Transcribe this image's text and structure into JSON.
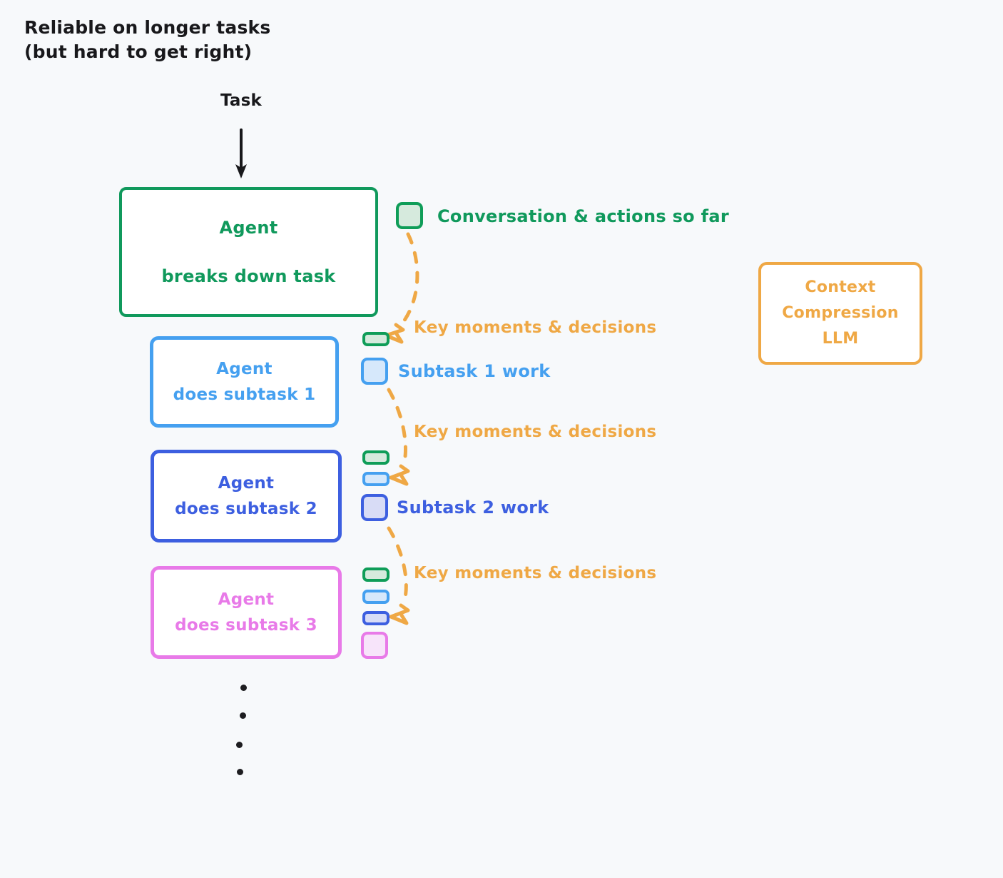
{
  "title": "Reliable on longer tasks\n(but hard to get right)",
  "flow": {
    "input_label": "Task",
    "input_arrow_icon": "down-arrow-icon"
  },
  "nodes": {
    "main_agent": {
      "line1": "Agent",
      "line2": "breaks down task",
      "color": "#10995c"
    },
    "subtask1": {
      "line1": "Agent",
      "line2": "does subtask 1",
      "color": "#45a0f0"
    },
    "subtask2": {
      "line1": "Agent",
      "line2": "does subtask 2",
      "color": "#3d5fe0"
    },
    "subtask3": {
      "line1": "Agent",
      "line2": "does subtask 3",
      "color": "#e87ae8"
    },
    "compression_llm": {
      "line1": "Context",
      "line2": "Compression",
      "line3": "LLM",
      "color": "#efa845"
    }
  },
  "side_labels": {
    "conversation": "Conversation & actions so far",
    "subtask1_work": "Subtask 1 work",
    "subtask2_work": "Subtask 2 work",
    "key_moments_1": "Key moments & decisions",
    "key_moments_2": "Key moments & decisions",
    "key_moments_3": "Key moments & decisions"
  },
  "context_stacks": [
    {
      "for": "main_agent",
      "chips": [
        {
          "kind": "full",
          "color": "green"
        }
      ]
    },
    {
      "for": "subtask1",
      "chips": [
        {
          "kind": "flat",
          "color": "green"
        },
        {
          "kind": "full",
          "color": "blue"
        }
      ]
    },
    {
      "for": "subtask2",
      "chips": [
        {
          "kind": "flat",
          "color": "green"
        },
        {
          "kind": "flat",
          "color": "blue"
        },
        {
          "kind": "full",
          "color": "indigo"
        }
      ]
    },
    {
      "for": "subtask3",
      "chips": [
        {
          "kind": "flat",
          "color": "green"
        },
        {
          "kind": "flat",
          "color": "blue"
        },
        {
          "kind": "flat",
          "color": "indigo"
        },
        {
          "kind": "full",
          "color": "pink"
        }
      ]
    }
  ],
  "continuation_dots": 4,
  "palette": {
    "background": "#f7f9fb",
    "text": "#18181b",
    "green": "#10995c",
    "light_blue": "#45a0f0",
    "indigo": "#3d5fe0",
    "pink": "#e87ae8",
    "orange": "#efa845"
  }
}
